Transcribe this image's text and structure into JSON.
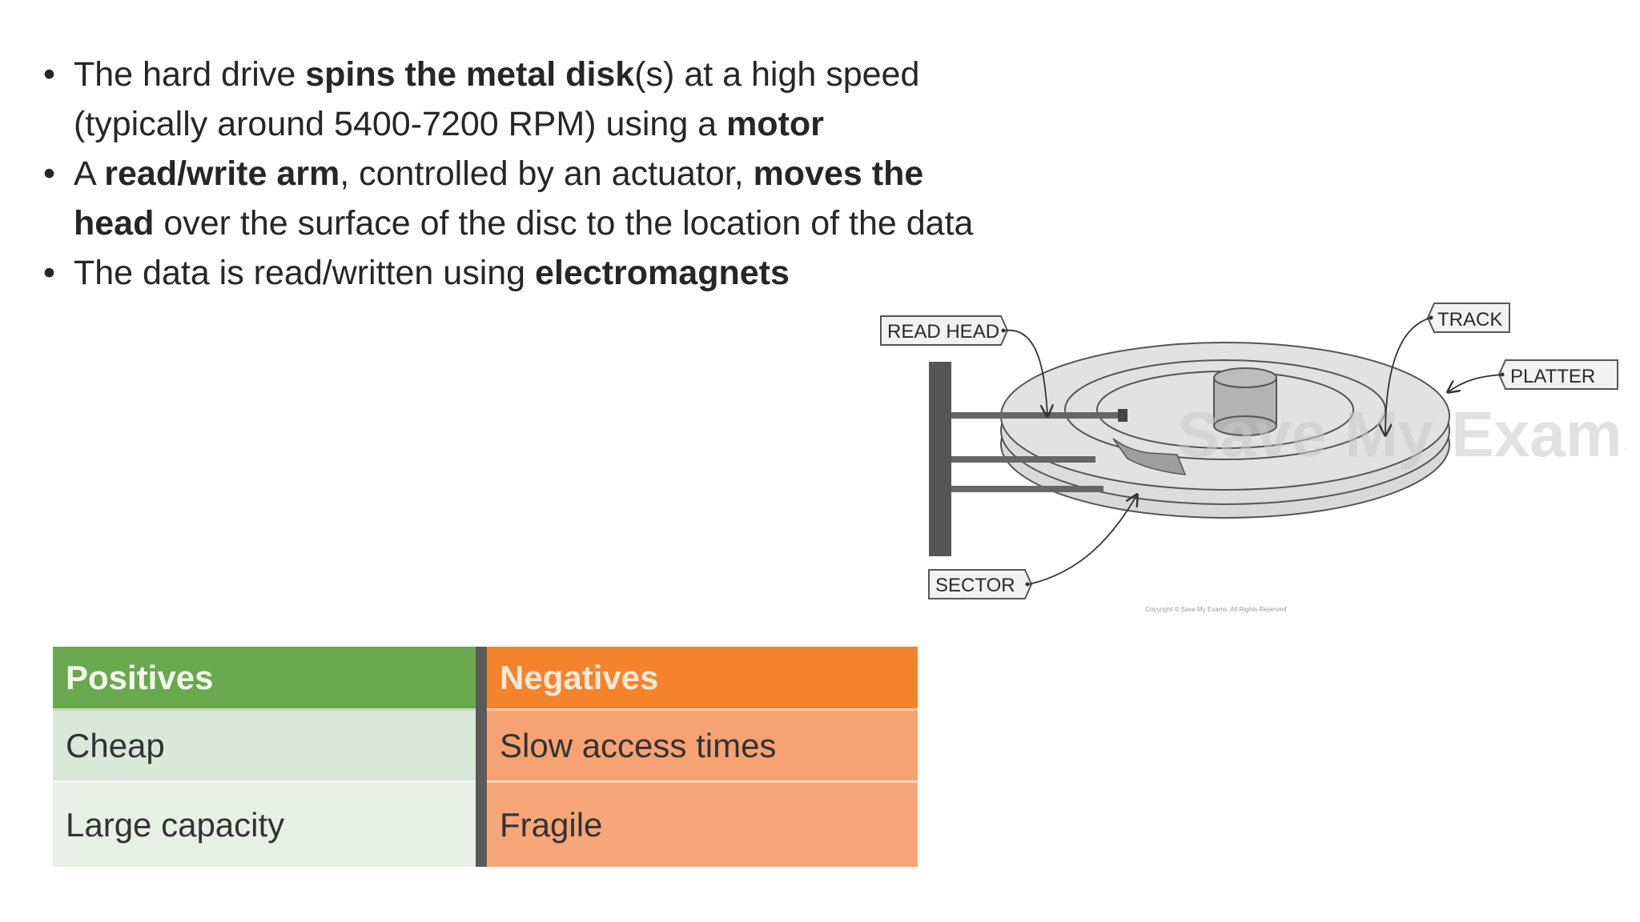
{
  "bullets": [
    {
      "parts": [
        {
          "t": "The hard drive ",
          "b": false
        },
        {
          "t": "spins the metal disk",
          "b": true
        },
        {
          "t": "(s) at a high speed (typically around 5400-7200 RPM) using a ",
          "b": false
        },
        {
          "t": "motor",
          "b": true
        }
      ]
    },
    {
      "parts": [
        {
          "t": "A ",
          "b": false
        },
        {
          "t": "read/write arm",
          "b": true
        },
        {
          "t": ", controlled by an actuator, ",
          "b": false
        },
        {
          "t": "moves the head",
          "b": true
        },
        {
          "t": " over the surface of the disc to the location of the data",
          "b": false
        }
      ]
    },
    {
      "parts": [
        {
          "t": "The data is read/written using ",
          "b": false
        },
        {
          "t": "electromagnets",
          "b": true
        }
      ]
    }
  ],
  "diagram": {
    "labels": {
      "read_head": "READ HEAD",
      "track": "TRACK",
      "platter": "PLATTER",
      "sector": "SECTOR"
    },
    "watermark": "Save My Exams",
    "copyright": "Copyright © Save My Exams. All Rights Reserved"
  },
  "table": {
    "positives_header": "Positives",
    "negatives_header": "Negatives",
    "positives": [
      "Cheap",
      "Large capacity"
    ],
    "negatives": [
      "Slow access times",
      "Fragile"
    ],
    "colors": {
      "positives_header": "#6aa84f",
      "negatives_header": "#f4832e",
      "positives_cell": "#dbe7db",
      "negatives_cell": "#f6a272"
    }
  }
}
